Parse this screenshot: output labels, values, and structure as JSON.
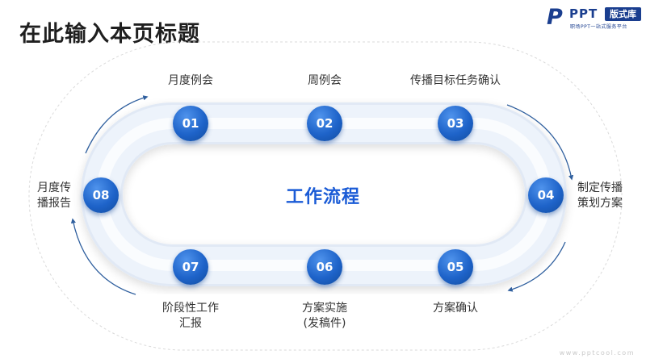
{
  "slide": {
    "title": "在此输入本页标题",
    "center_title": "工作流程",
    "watermark": "www.pptcool.com"
  },
  "logo": {
    "brand": "PPT",
    "badge": "版式库",
    "tagline": "职场PPT一站式服务平台"
  },
  "steps": [
    {
      "number": "01",
      "label": "月度例会"
    },
    {
      "number": "02",
      "label": "周例会"
    },
    {
      "number": "03",
      "label": "传播目标任务确认"
    },
    {
      "number": "04",
      "label_lines": [
        "制定传播",
        "策划方案"
      ]
    },
    {
      "number": "05",
      "label": "方案确认"
    },
    {
      "number": "06",
      "label_lines": [
        "方案实施",
        "(发稿件)"
      ]
    },
    {
      "number": "07",
      "label_lines": [
        "阶段性工作",
        "汇报"
      ]
    },
    {
      "number": "08",
      "label_lines": [
        "月度传",
        "播报告"
      ]
    }
  ],
  "colors": {
    "accent": "#1a5bd6",
    "node": "#1e63c9",
    "track": "#e6eef9",
    "arrow": "#2f5f9e"
  }
}
